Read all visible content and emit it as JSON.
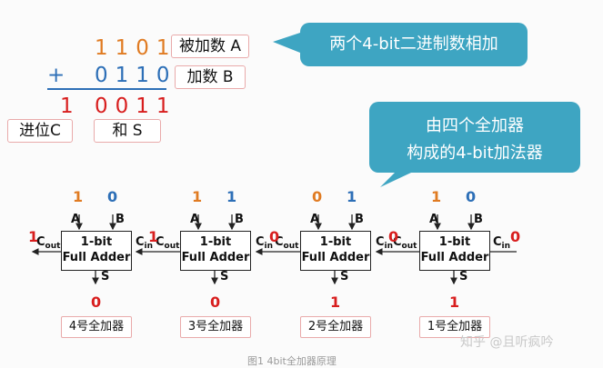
{
  "addition": {
    "operand_a": "1101",
    "label_a": "被加数 A",
    "plus": "+",
    "operand_b": "0110",
    "label_b": "加数 B",
    "carry": "1",
    "sum": "0011",
    "label_carry": "进位C",
    "label_sum": "和 S"
  },
  "callouts": {
    "top": "两个4-bit二进制数相加",
    "middle_line1": "由四个全加器",
    "middle_line2": "构成的4-bit加法器"
  },
  "adders": [
    {
      "line1": "1-bit",
      "line2": "Full Adder",
      "a_label": "A",
      "b_label": "B",
      "a_val": "1",
      "b_val": "0",
      "cout_val": "1",
      "s_label": "S",
      "s_val": "0",
      "name": "4号全加器"
    },
    {
      "line1": "1-bit",
      "line2": "Full Adder",
      "a_label": "A",
      "b_label": "B",
      "a_val": "1",
      "b_val": "1",
      "cout_val": "1",
      "s_label": "S",
      "s_val": "0",
      "name": "3号全加器"
    },
    {
      "line1": "1-bit",
      "line2": "Full Adder",
      "a_label": "A",
      "b_label": "B",
      "a_val": "0",
      "b_val": "1",
      "cout_val": "0",
      "s_label": "S",
      "s_val": "1",
      "name": "2号全加器"
    },
    {
      "line1": "1-bit",
      "line2": "Full Adder",
      "a_label": "A",
      "b_label": "B",
      "a_val": "1",
      "b_val": "0",
      "cout_val": "0",
      "s_label": "S",
      "s_val": "1",
      "name": "1号全加器"
    }
  ],
  "cin_first": "0",
  "pin_labels": {
    "c": "C",
    "out": "out",
    "in": "in"
  },
  "watermark": "知乎 @且听疯吟",
  "caption": "图1 4bit全加器原理",
  "colors": {
    "orange": "#e07b22",
    "blue": "#2d6fb7",
    "red": "#d81e1e",
    "callout": "#3ea5c2"
  }
}
